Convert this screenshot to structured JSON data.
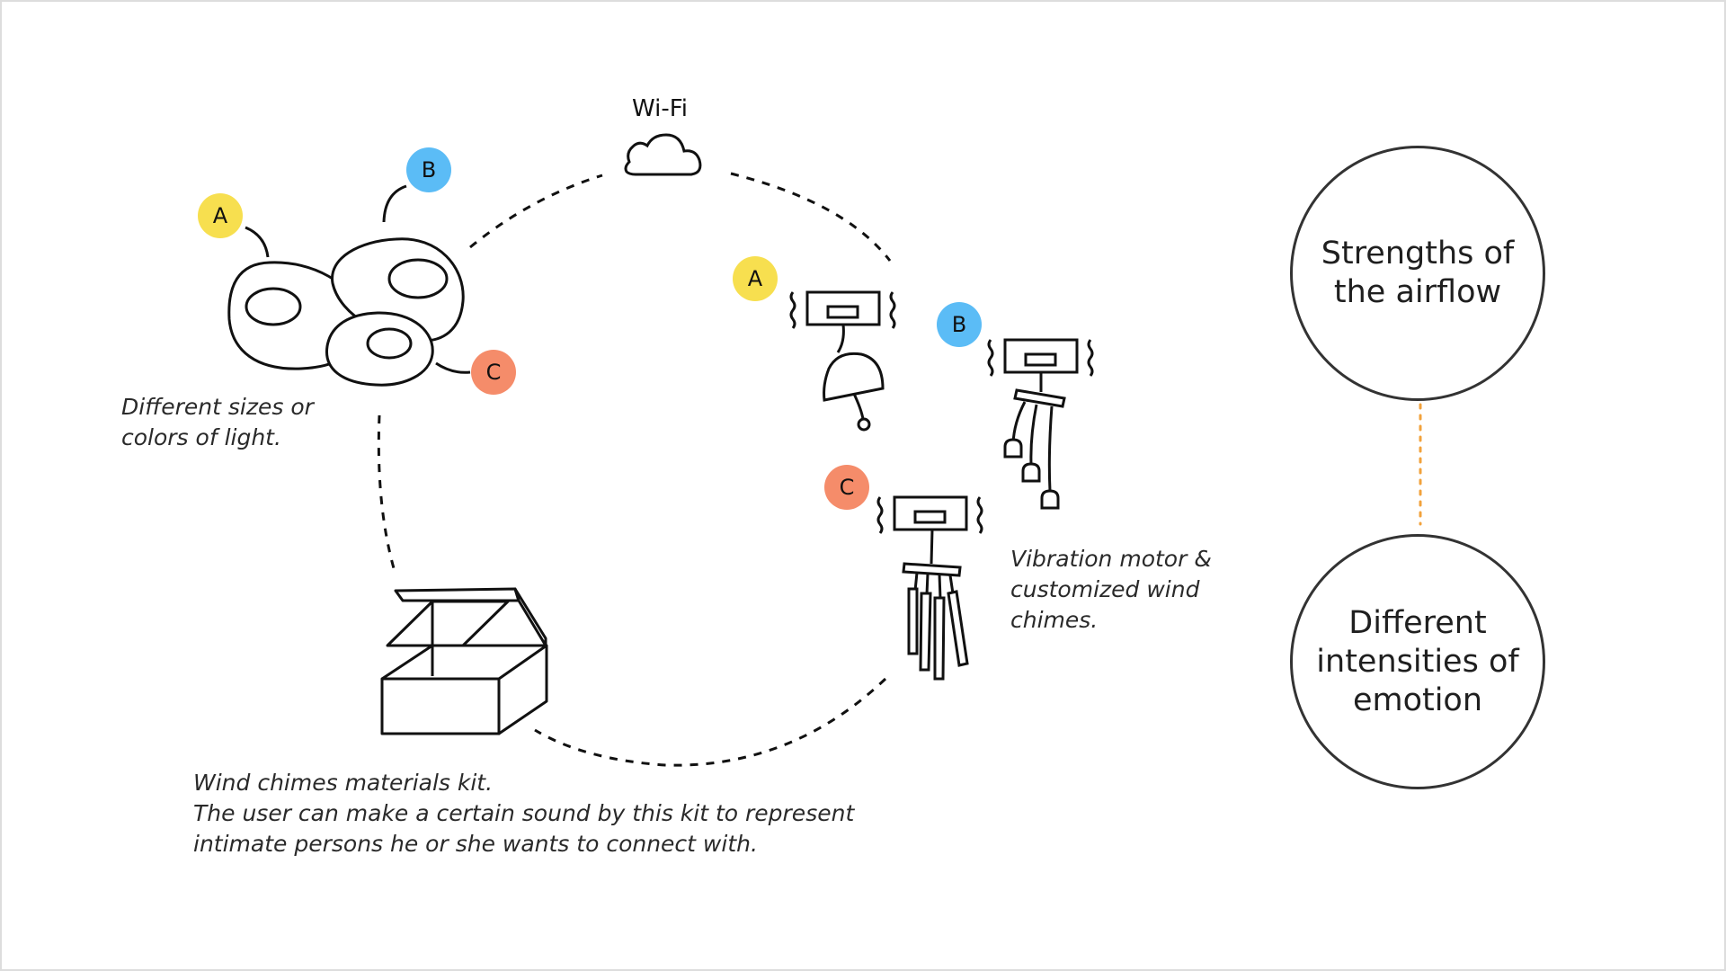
{
  "wifi": {
    "label": "Wi-Fi"
  },
  "badges": {
    "lights": [
      "A",
      "B",
      "C"
    ],
    "chimes": [
      "A",
      "B",
      "C"
    ]
  },
  "captions": {
    "lights": [
      "Different sizes or",
      "colors of light."
    ],
    "chimes": [
      "Vibration motor &",
      "customized wind",
      "chimes."
    ],
    "kit": [
      "Wind chimes materials kit.",
      "The user can make a certain sound by this kit to represent",
      "intimate persons he or she wants to connect with."
    ]
  },
  "circles": {
    "top": [
      "Strengths of",
      "the airflow"
    ],
    "bottom": [
      "Different",
      "intensities of",
      "emotion"
    ]
  },
  "colors": {
    "badge_a": "#f7df4f",
    "badge_b": "#5bbcf6",
    "badge_c": "#f58c6a",
    "connector": "#f2a23c",
    "line": "#111111"
  }
}
